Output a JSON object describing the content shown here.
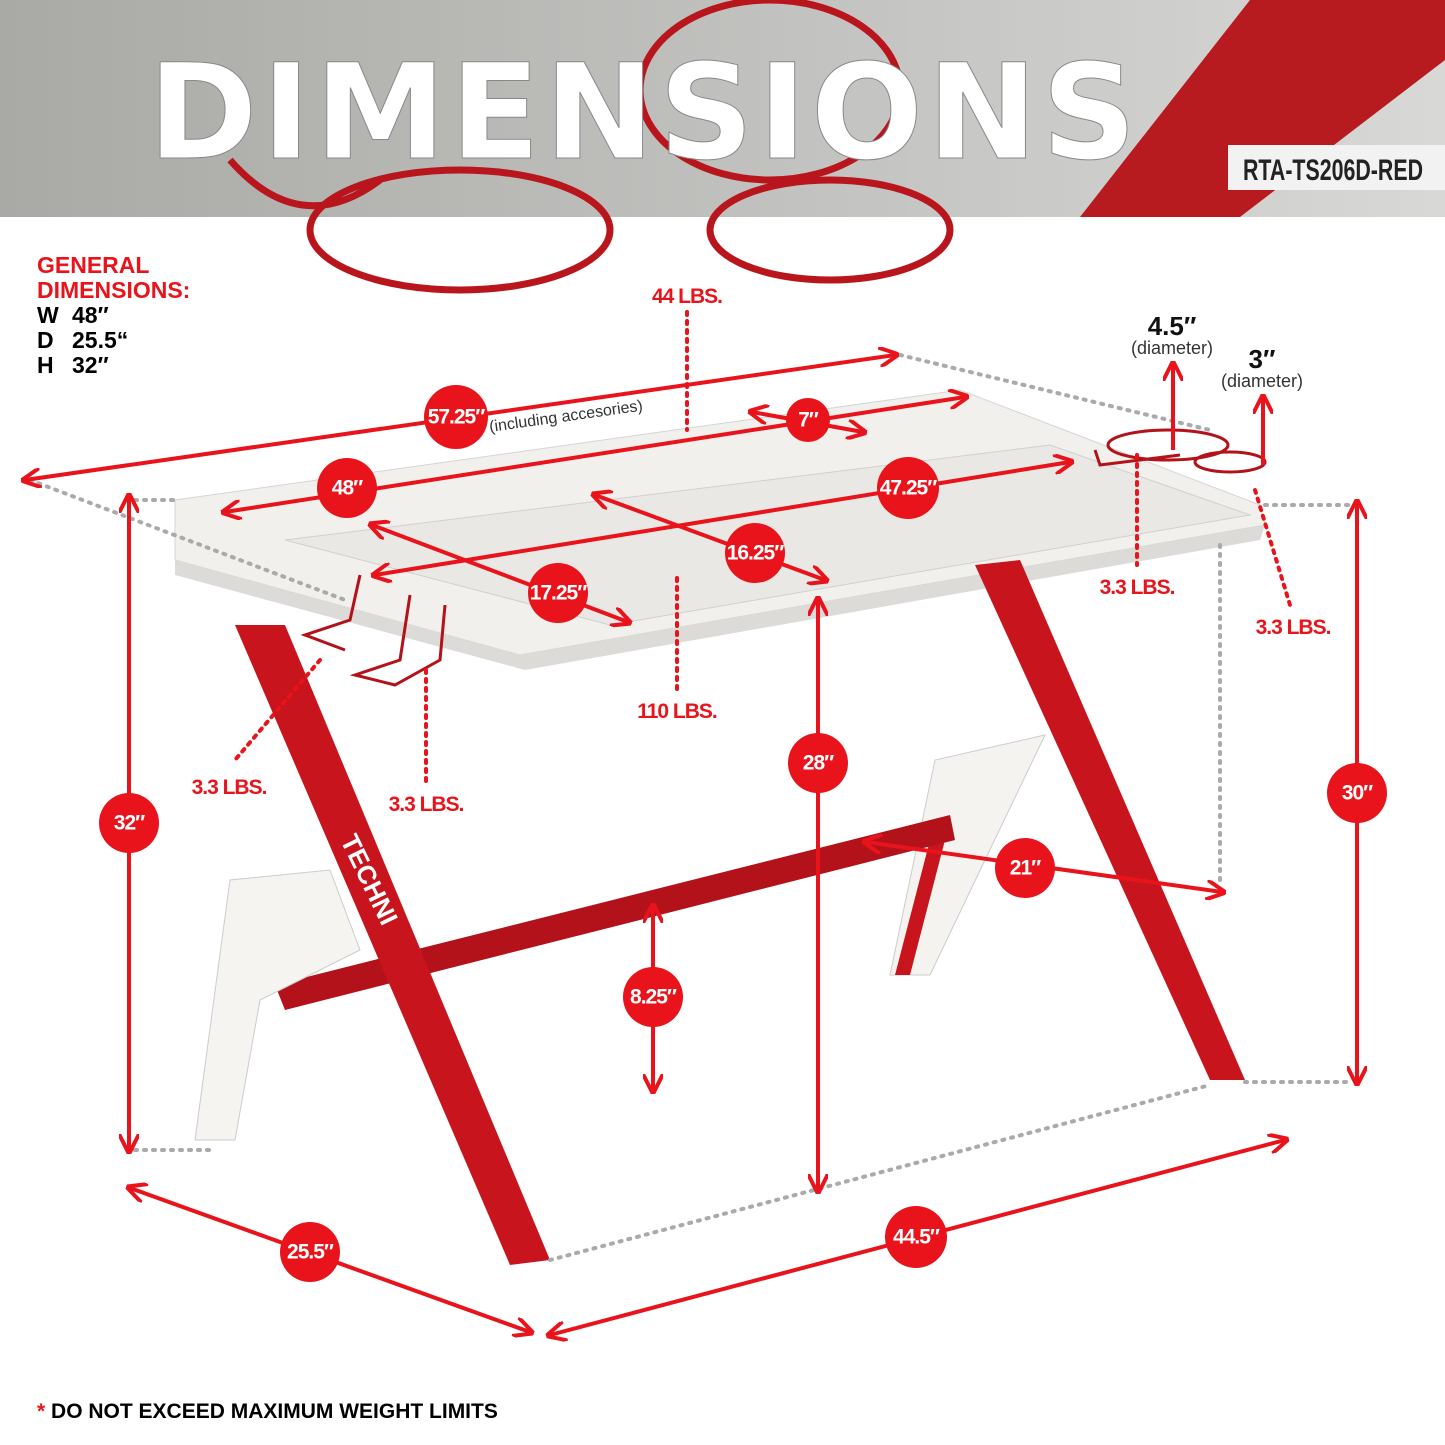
{
  "header": {
    "title": "DIMENSIONS",
    "model": "RTA-TS206D-RED"
  },
  "general": {
    "title_line1": "GENERAL",
    "title_line2": "DIMENSIONS:",
    "rows": [
      {
        "k": "W",
        "v": "48″"
      },
      {
        "k": "D",
        "v": "25.5“"
      },
      {
        "k": "H",
        "v": "32″"
      }
    ]
  },
  "dimensions": {
    "overall": "57.25″",
    "overall_note": "(including accesories)",
    "width": "48″",
    "shelf_depth": "7″",
    "desk_width_inner": "47.25″",
    "depth_right": "16.25″",
    "depth_left": "17.25″",
    "knee_height": "28″",
    "height_right": "30″",
    "height_left": "32″",
    "leg_span": "21″",
    "bar_clearance": "8.25″",
    "base_depth": "25.5″",
    "base_width": "44.5″"
  },
  "weights": {
    "shelf": "44 LBS.",
    "desktop": "110 LBS.",
    "cup_large": "3.3 LBS.",
    "cup_small": "3.3 LBS.",
    "hook_left": "3.3 LBS.",
    "hook_right": "3.3 LBS."
  },
  "cup_holders": {
    "large_size": "4.5″",
    "large_label": "(diameter)",
    "small_size": "3″",
    "small_label": "(diameter)"
  },
  "brand_mark": "TECHNI",
  "footer": {
    "asterisk": "*",
    "note": "DO NOT EXCEED MAXIMUM WEIGHT LIMITS"
  },
  "colors": {
    "accent": "#e8131b",
    "frame": "#c8141c",
    "desk": "#f1f0ec"
  }
}
